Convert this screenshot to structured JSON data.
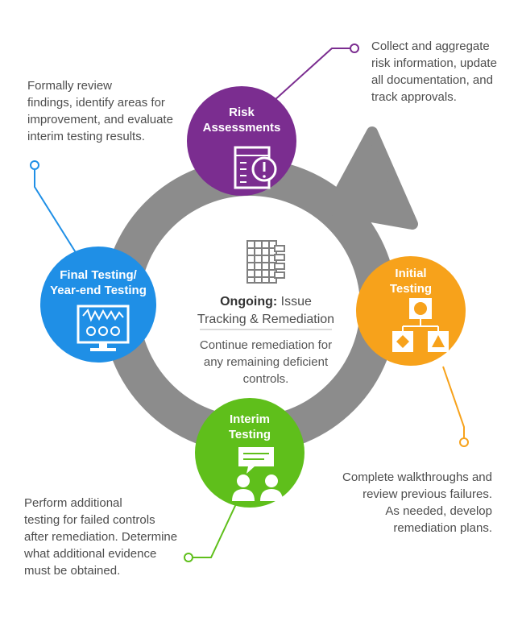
{
  "colors": {
    "ring": "#8c8c8c",
    "risk": "#7b2d90",
    "initial": "#f7a21b",
    "interim": "#5fbf1b",
    "final": "#1f8fe6",
    "text": "#4d4d4d"
  },
  "nodes": {
    "risk": {
      "title_line1": "Risk",
      "title_line2": "Assessments",
      "icon": "risk-document-alert-icon"
    },
    "initial": {
      "title_line1": "Initial",
      "title_line2": "Testing",
      "icon": "flowchart-icon"
    },
    "interim": {
      "title_line1": "Interim",
      "title_line2": "Testing",
      "icon": "discussion-people-icon"
    },
    "final": {
      "title_line1": "Final Testing/",
      "title_line2": "Year-end Testing",
      "icon": "monitor-waveform-icon"
    }
  },
  "center": {
    "icon": "spreadsheet-icon",
    "title_bold": "Ongoing:",
    "title_rest": " Issue",
    "title_line2": "Tracking & Remediation",
    "desc_line1": "Continue remediation for",
    "desc_line2": "any remaining deficient",
    "desc_line3": "controls."
  },
  "annotations": {
    "risk": [
      "Collect and aggregate",
      "risk information, update",
      "all documentation, and",
      "track approvals."
    ],
    "final": [
      "Formally review",
      "findings, identify areas for",
      "improvement, and evaluate",
      "interim testing results."
    ],
    "initial": [
      "Complete walkthroughs and",
      "review previous failures.",
      "As needed, develop",
      "remediation plans."
    ],
    "interim": [
      "Perform additional",
      "testing for failed controls",
      "after remediation. Determine",
      "what additional evidence",
      "must be obtained."
    ]
  }
}
